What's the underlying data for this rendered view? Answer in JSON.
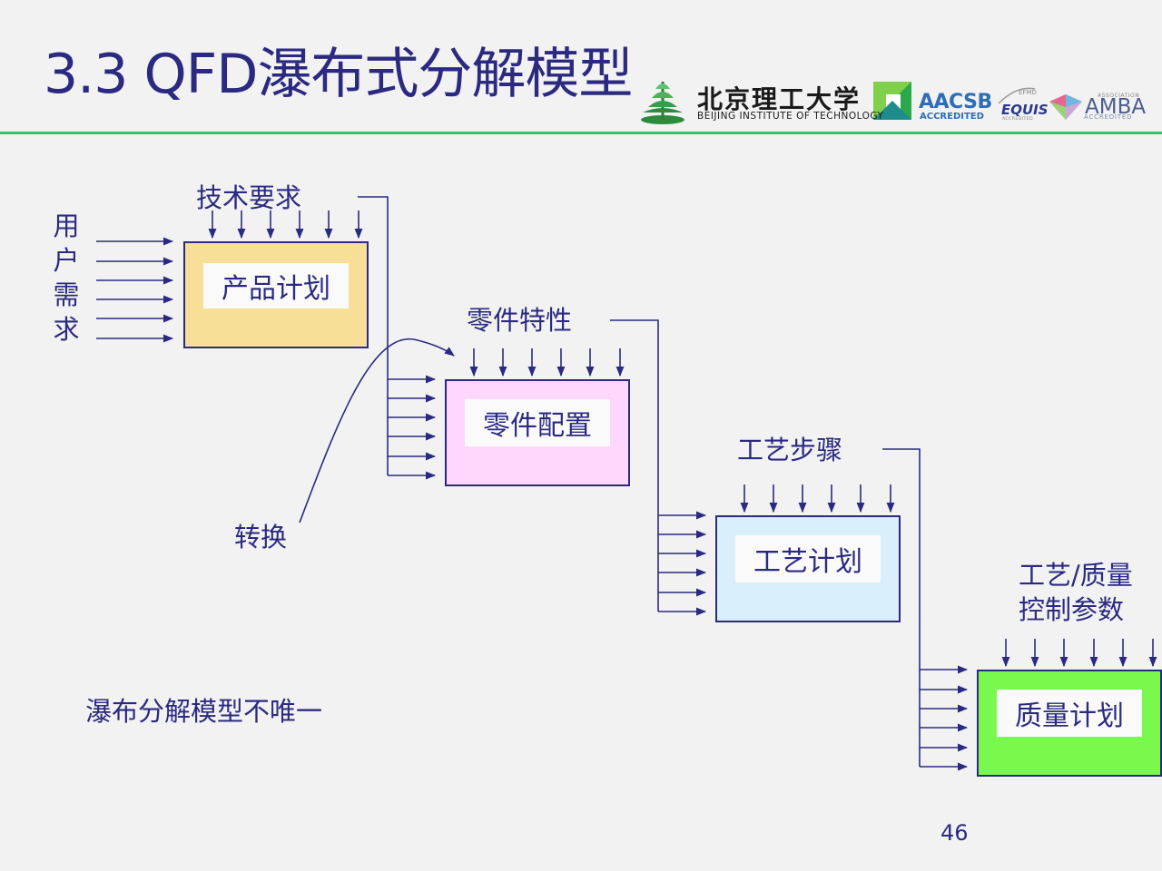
{
  "slide": {
    "title": "3.3 QFD瀑布式分解模型",
    "page_number": "46",
    "note": "瀑布分解模型不唯一"
  },
  "logos": {
    "university_cn": "北京理工大学",
    "university_en": "BEIJING INSTITUTE OF TECHNOLOGY",
    "aacsb": "AACSB",
    "aacsb_sub": "ACCREDITED",
    "efmd": "EFMD",
    "equis": "EQUIS",
    "equis_sub": "ACCREDITED",
    "amba_assoc": "ASSOCIATION",
    "amba": "AMBA",
    "amba_sub": "ACCREDITED"
  },
  "diagram": {
    "user_needs_chars": [
      "用",
      "户",
      "需",
      "求"
    ],
    "conversion_label": "转换",
    "stages": [
      {
        "input_label": "技术要求",
        "box_label": "产品计划",
        "box_color": "#f7df97"
      },
      {
        "input_label": "零件特性",
        "box_label": "零件配置",
        "box_color": "#fed6fe"
      },
      {
        "input_label": "工艺步骤",
        "box_label": "工艺计划",
        "box_color": "#d9f0fc"
      },
      {
        "input_label_line1": "工艺/质量",
        "input_label_line2": "控制参数",
        "box_label": "质量计划",
        "box_color": "#79f94d"
      }
    ]
  },
  "colors": {
    "text": "#2b2a80",
    "rule": "#3cc06b",
    "background": "#f2f2f2"
  }
}
